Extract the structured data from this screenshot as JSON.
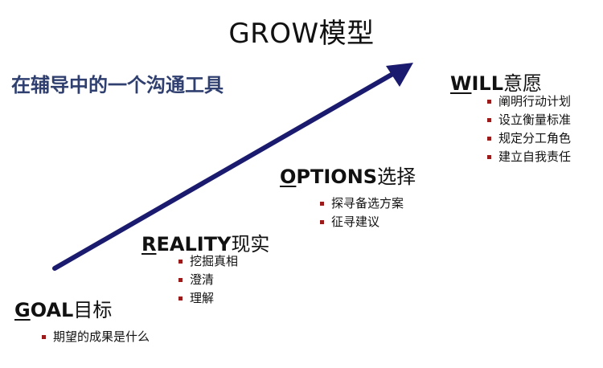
{
  "title": "GROW模型",
  "subtitle": "在辅导中的一个沟通工具",
  "colors": {
    "arrow": "#1a1a6e",
    "subtitle": "#2f3f6f",
    "bullet": "#9b1b1b"
  },
  "stages": {
    "goal": {
      "initial": "G",
      "rest": "OAL",
      "cn": "目标",
      "items": [
        "期望的成果是什么"
      ]
    },
    "reality": {
      "initial": "R",
      "rest": "EALITY",
      "cn": "现实",
      "items": [
        "挖掘真相",
        "澄清",
        "理解"
      ]
    },
    "options": {
      "initial": "O",
      "rest": "PTIONS",
      "cn": "选择",
      "items": [
        "探寻备选方案",
        "征寻建议"
      ]
    },
    "will": {
      "initial": "W",
      "rest": "ILL",
      "cn": "意愿",
      "items": [
        "阐明行动计划",
        "设立衡量标准",
        "规定分工角色",
        "建立自我责任"
      ]
    }
  }
}
